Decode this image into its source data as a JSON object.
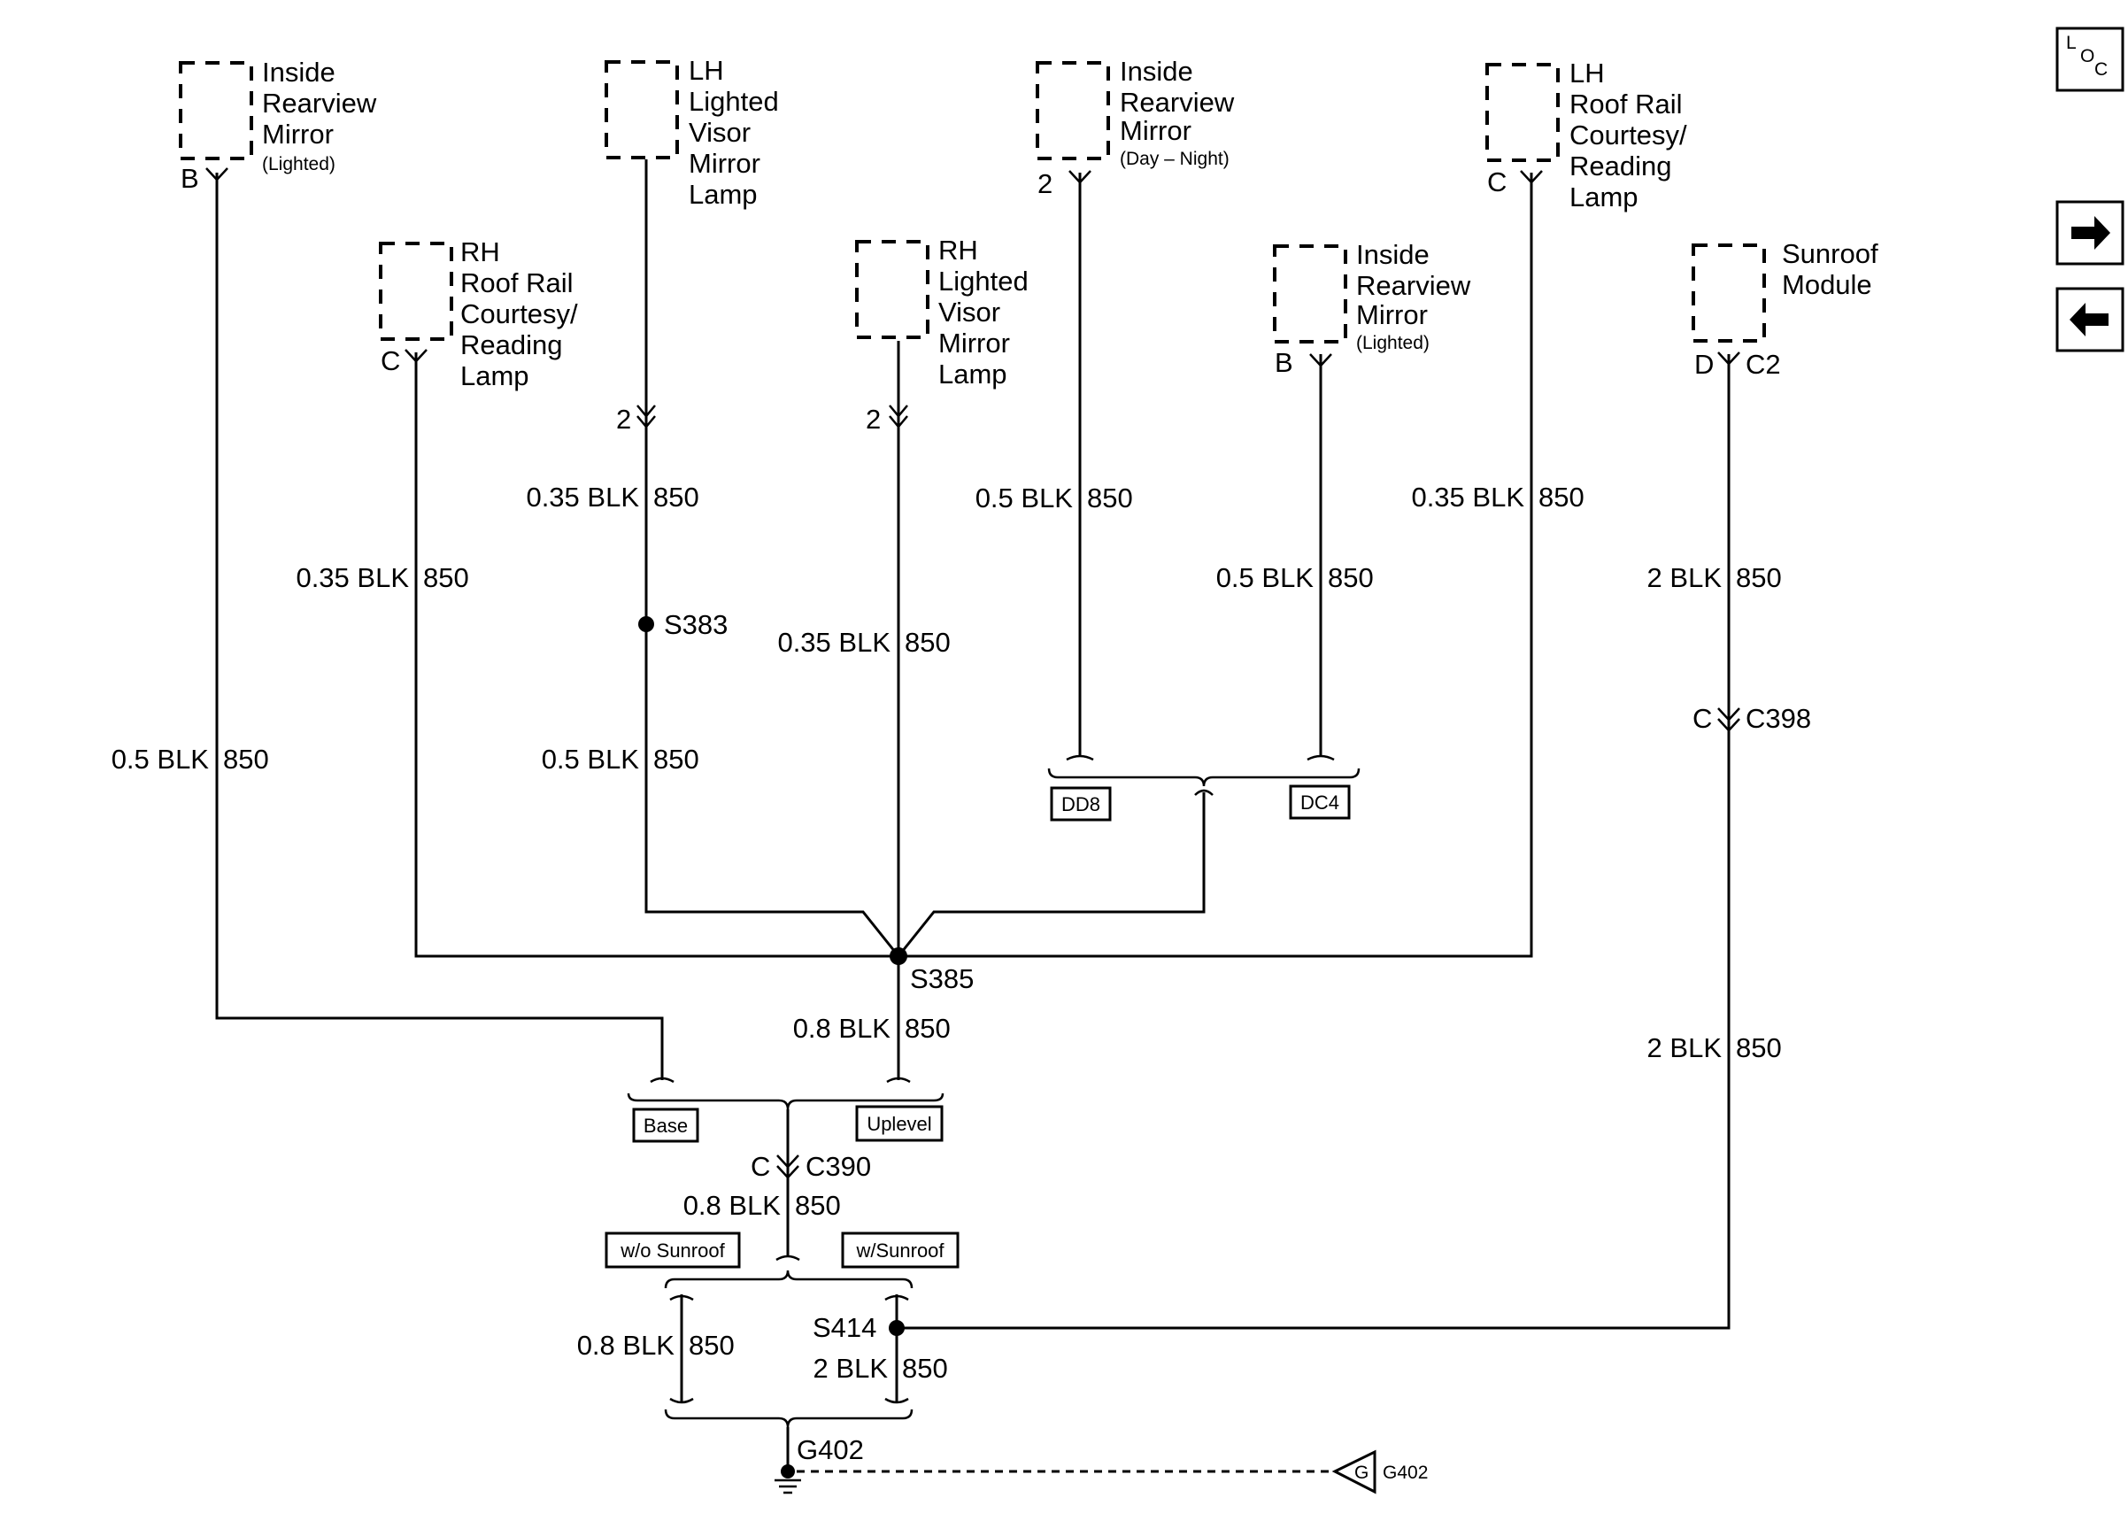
{
  "components": {
    "mirror_lighted_top": {
      "lines": [
        "Inside",
        "Rearview",
        "Mirror"
      ],
      "note": "(Lighted)",
      "pin": "B"
    },
    "lh_visor": {
      "lines": [
        "LH",
        "Lighted",
        "Visor",
        "Mirror",
        "Lamp"
      ],
      "pin": "2"
    },
    "mirror_daynight": {
      "lines": [
        "Inside",
        "Rearview",
        "Mirror"
      ],
      "note": "(Day – Night)",
      "pin": "2"
    },
    "lh_roofrail": {
      "lines": [
        "LH",
        "Roof Rail",
        "Courtesy/",
        "Reading",
        "Lamp"
      ],
      "pin": "C"
    },
    "rh_roofrail": {
      "lines": [
        "RH",
        "Roof Rail",
        "Courtesy/",
        "Reading",
        "Lamp"
      ],
      "pin": "C"
    },
    "rh_visor": {
      "lines": [
        "RH",
        "Lighted",
        "Visor",
        "Mirror",
        "Lamp"
      ],
      "pin": "2"
    },
    "mirror_lighted_right": {
      "lines": [
        "Inside",
        "Rearview",
        "Mirror"
      ],
      "note": "(Lighted)",
      "pin": "B"
    },
    "sunroof_module": {
      "lines": [
        "Sunroof",
        "Module"
      ],
      "pin": "D",
      "connector": "C2"
    }
  },
  "wires": {
    "w_mirror_b_gauge": "0.5 BLK",
    "w_mirror_b_circuit": "850",
    "w_rhroof_gauge": "0.35 BLK",
    "w_rhroof_circuit": "850",
    "w_lhvisor_top_gauge": "0.35 BLK",
    "w_lhvisor_top_circuit": "850",
    "w_lhvisor_bot_gauge": "0.5 BLK",
    "w_lhvisor_bot_circuit": "850",
    "w_rhvisor_gauge": "0.35 BLK",
    "w_rhvisor_circuit": "850",
    "w_daynight_gauge": "0.5 BLK",
    "w_daynight_circuit": "850",
    "w_mirrorlit_gauge": "0.5 BLK",
    "w_mirrorlit_circuit": "850",
    "w_lhroof_gauge": "0.35 BLK",
    "w_lhroof_circuit": "850",
    "w_sunroof_top_gauge": "2 BLK",
    "w_sunroof_top_circuit": "850",
    "w_sunroof_bot_gauge": "2 BLK",
    "w_sunroof_bot_circuit": "850",
    "w_s385_gauge": "0.8 BLK",
    "w_s385_circuit": "850",
    "w_c390_gauge": "0.8 BLK",
    "w_c390_circuit": "850",
    "w_wo_sunroof_gauge": "0.8 BLK",
    "w_wo_sunroof_circuit": "850",
    "w_s414_gauge": "2 BLK",
    "w_s414_circuit": "850"
  },
  "splices": {
    "s383": "S383",
    "s385": "S385",
    "s414": "S414"
  },
  "connectors": {
    "c398_pin": "C",
    "c398": "C398",
    "c390_pin": "C",
    "c390": "C390",
    "visor_lh_pin": "2",
    "visor_rh_pin": "2"
  },
  "options": {
    "dd8": "DD8",
    "dc4": "DC4",
    "base": "Base",
    "uplevel": "Uplevel",
    "wo_sunroof": "w/o Sunroof",
    "w_sunroof": "w/Sunroof"
  },
  "ground": {
    "label": "G402",
    "ref_label": "G402",
    "ref_symbol": "G"
  },
  "nav": {
    "loc": {
      "l": "L",
      "o": "O",
      "c": "C"
    },
    "next": "→",
    "prev": "←"
  }
}
